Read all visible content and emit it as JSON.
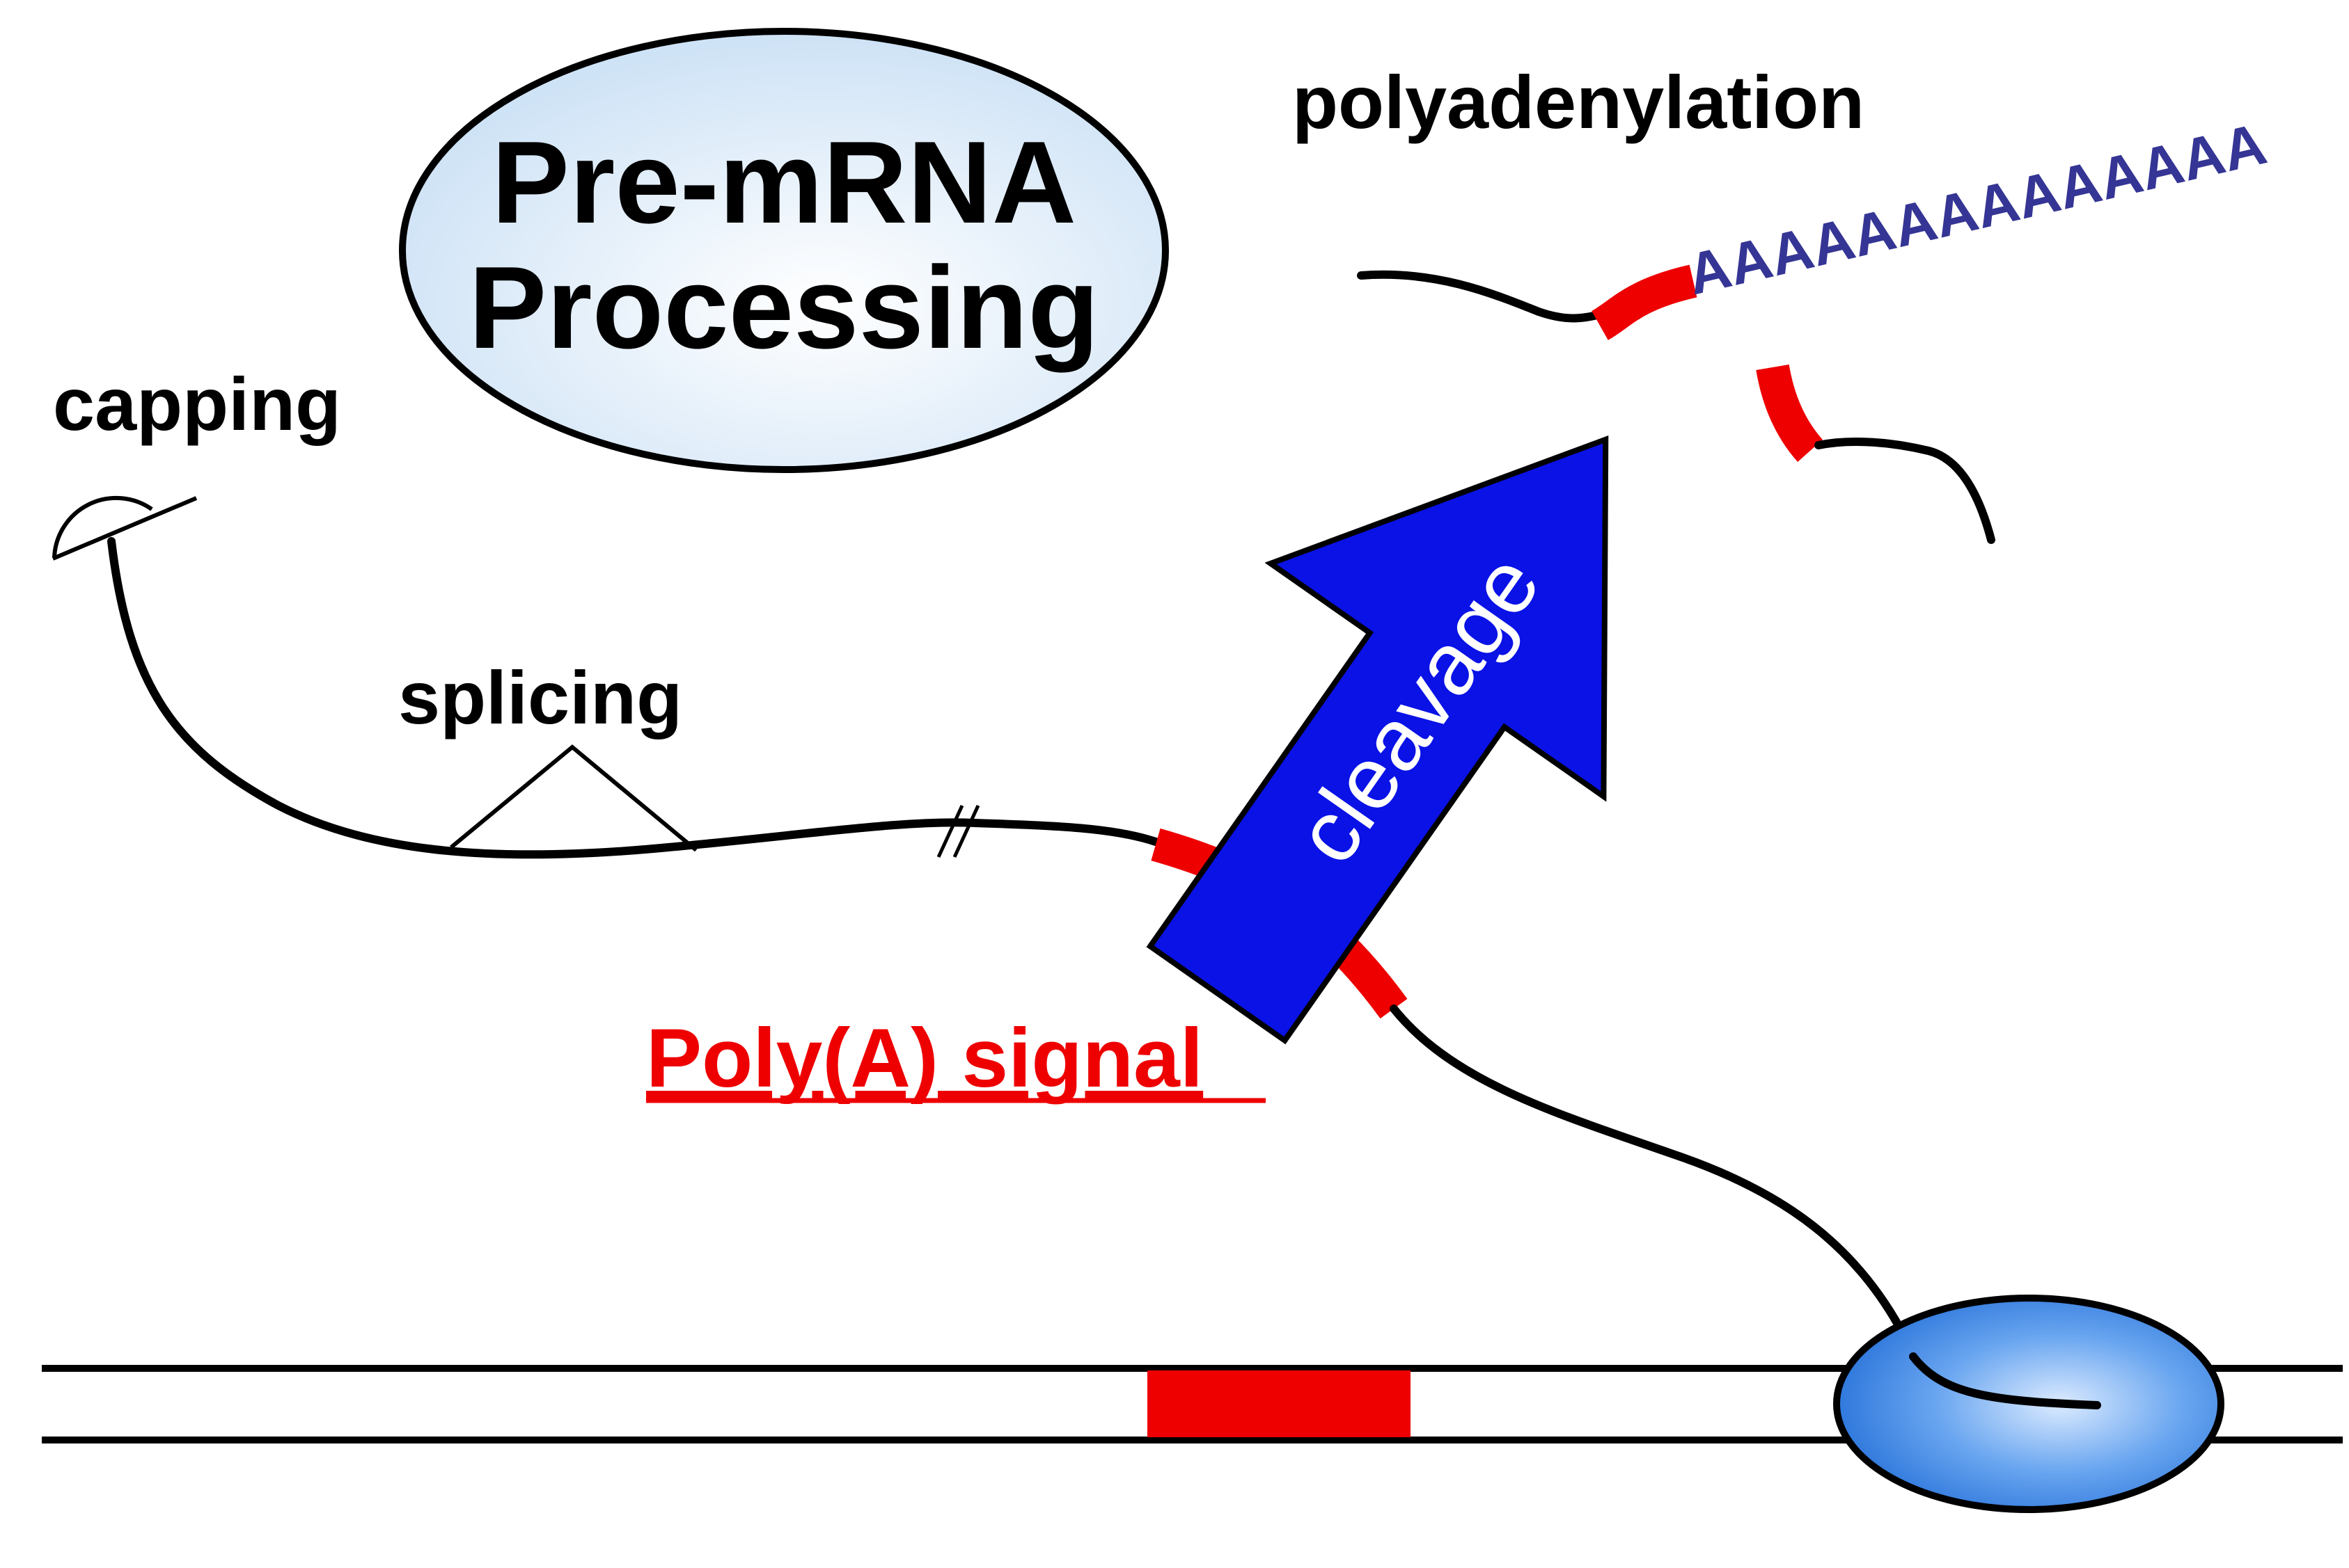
{
  "title": {
    "line1": "Pre-mRNA",
    "line2": "Processing"
  },
  "labels": {
    "capping": "capping",
    "splicing": "splicing",
    "polyadenylation": "polyadenylation",
    "polya_tail": "AAAAAAAAAAAAAA",
    "cleavage": "cleavage",
    "polya_signal": "Poly(A) signal"
  },
  "colors": {
    "line": "#000000",
    "signal_red": "#ee0000",
    "arrow_blue": "#0a12e6",
    "tail_blue": "#353595",
    "bubble_fill": "#d2e6f8",
    "polymerase_blue": "#3f88e6"
  }
}
